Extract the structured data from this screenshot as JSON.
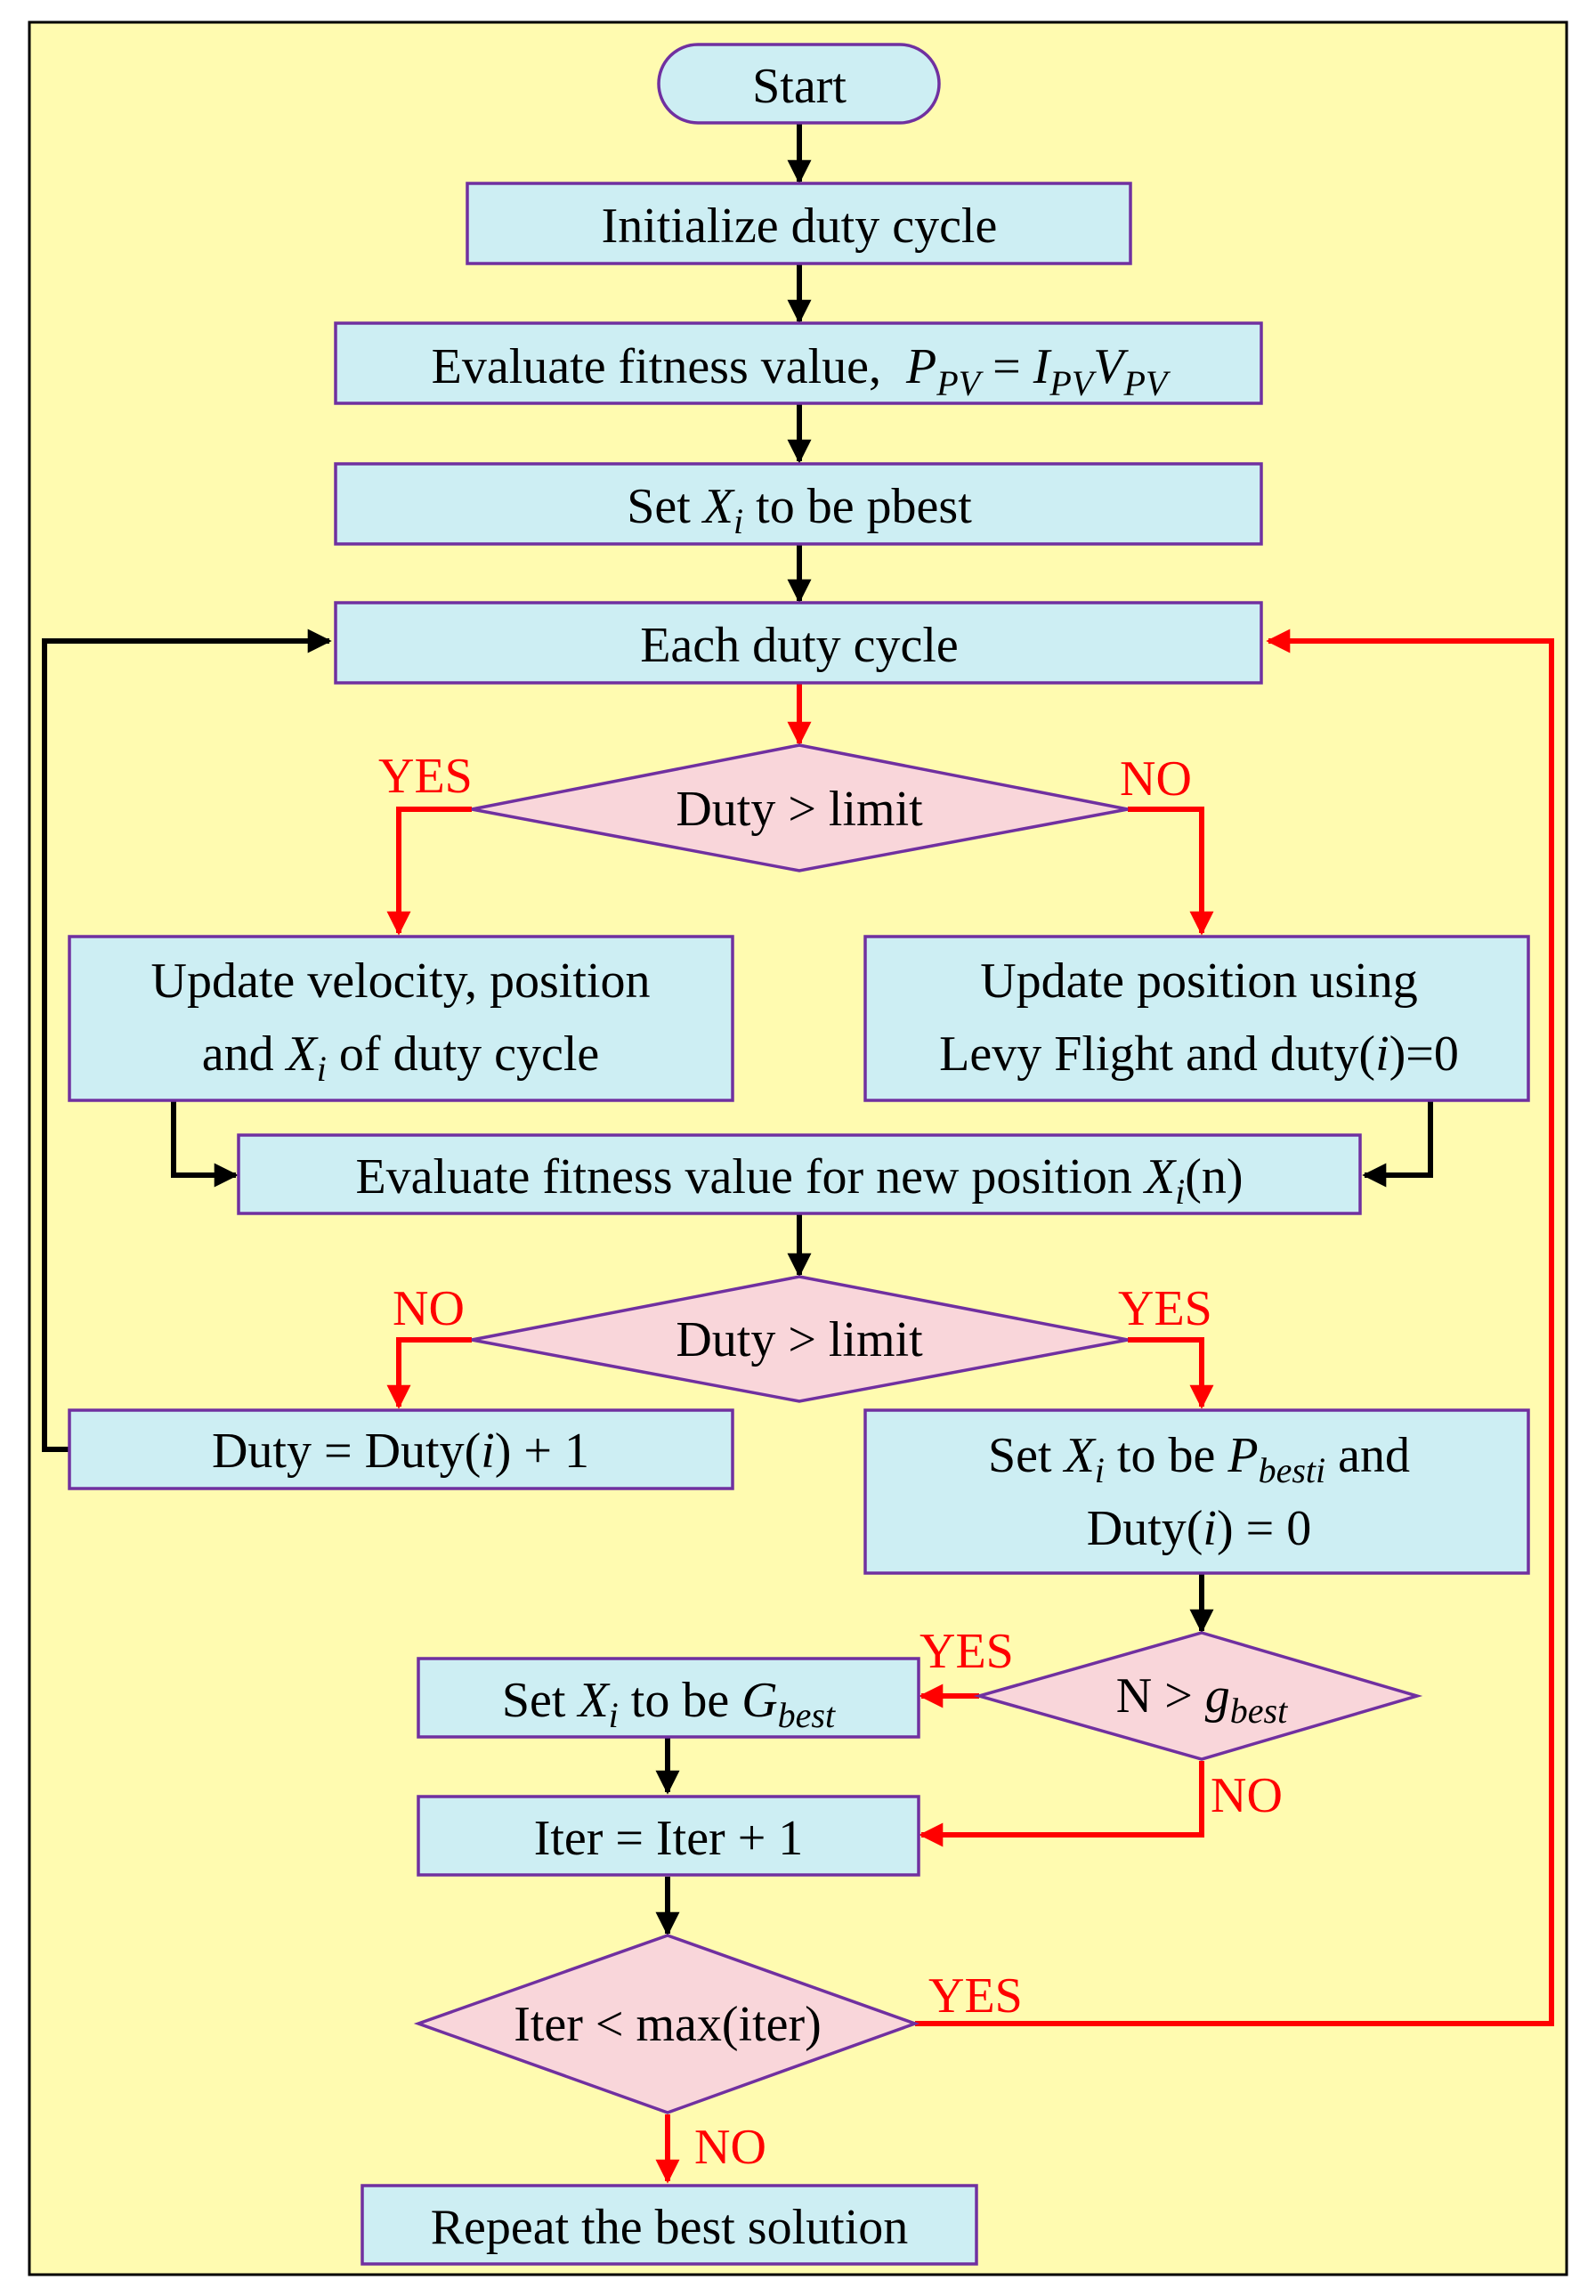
{
  "nodes": {
    "start": "Start",
    "init": "Initialize duty cycle",
    "eval_fitness": {
      "text": "Evaluate fitness value,",
      "p": "P",
      "pv1": "PV",
      "eq": " = ",
      "i": "I",
      "pv2": "PV",
      "v": "V",
      "pv3": "PV"
    },
    "set_pbest": {
      "pre": "Set ",
      "x": "X",
      "sub": "i",
      "post": " to be pbest"
    },
    "each_duty": "Each duty cycle",
    "decision1": "Duty > limit",
    "update_velocity": {
      "line1": "Update velocity, position",
      "line2_pre": "and ",
      "x": "X",
      "sub": "i",
      "line2_post": " of duty cycle"
    },
    "update_levy": {
      "line1": "Update position using",
      "line2_pre": "Levy Flight and duty(",
      "i": "i",
      "line2_post": ")=0"
    },
    "eval_new": {
      "pre": "Evaluate fitness value for new position ",
      "x": "X",
      "sub": "i",
      "post": "(n)"
    },
    "decision2": "Duty > limit",
    "duty_inc": {
      "pre": "Duty = Duty(",
      "i": "i",
      "post": ") + 1"
    },
    "set_pbesti": {
      "line1_pre": "Set ",
      "x": "X",
      "sub": "i",
      "line1_mid": " to be ",
      "p": "P",
      "psub": "besti",
      "line1_post": " and",
      "line2_pre": "Duty(",
      "i": "i",
      "line2_post": ") = 0"
    },
    "decision3": {
      "pre": "N > ",
      "g": "g",
      "sub": "best"
    },
    "set_gbest": {
      "pre": "Set ",
      "x": "X",
      "sub": "i",
      "mid": " to be ",
      "g": "G",
      "gsub": "best"
    },
    "iter_inc": "Iter = Iter + 1",
    "decision4": "Iter < max(iter)",
    "repeat": "Repeat the best solution"
  },
  "labels": {
    "d1_yes": "YES",
    "d1_no": "NO",
    "d2_no": "NO",
    "d2_yes": "YES",
    "d3_yes": "YES",
    "d3_no": "NO",
    "d4_yes": "YES",
    "d4_no": "NO"
  },
  "colors": {
    "background": "#fffbb0",
    "process_fill": "#cdeef3",
    "decision_fill": "#f9d6da",
    "border": "#7030a0",
    "label_red": "#ff0000"
  }
}
